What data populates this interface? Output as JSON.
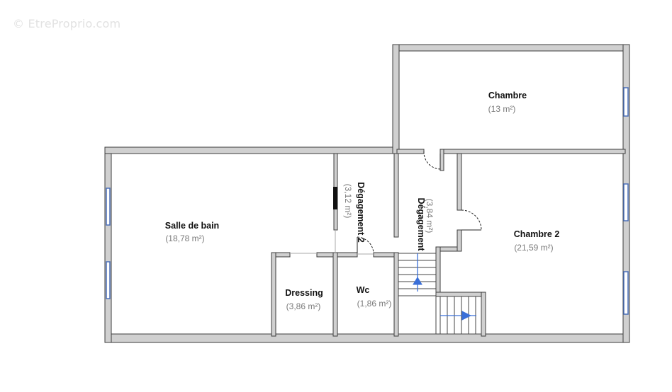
{
  "watermark": "© EtreProprio.com",
  "rooms": {
    "chambre": {
      "name": "Chambre",
      "area": "(13 m²)"
    },
    "salle_de_bain": {
      "name": "Salle de bain",
      "area": "(18,78 m²)"
    },
    "degagement_2": {
      "name": "Dégagement 2",
      "area": "(3,12 m²)"
    },
    "degagement": {
      "name": "Dégagement",
      "area": "(3,84 m²)"
    },
    "chambre_2": {
      "name": "Chambre 2",
      "area": "(21,59 m²)"
    },
    "dressing": {
      "name": "Dressing",
      "area": "(3,86 m²)"
    },
    "wc": {
      "name": "Wc",
      "area": "(1,86 m²)"
    }
  },
  "colors": {
    "wall_fill": "#d0d0d0",
    "wall_stroke": "#3c3c3c",
    "window": "#4a6fb8",
    "arrow": "#3a6fd8"
  }
}
